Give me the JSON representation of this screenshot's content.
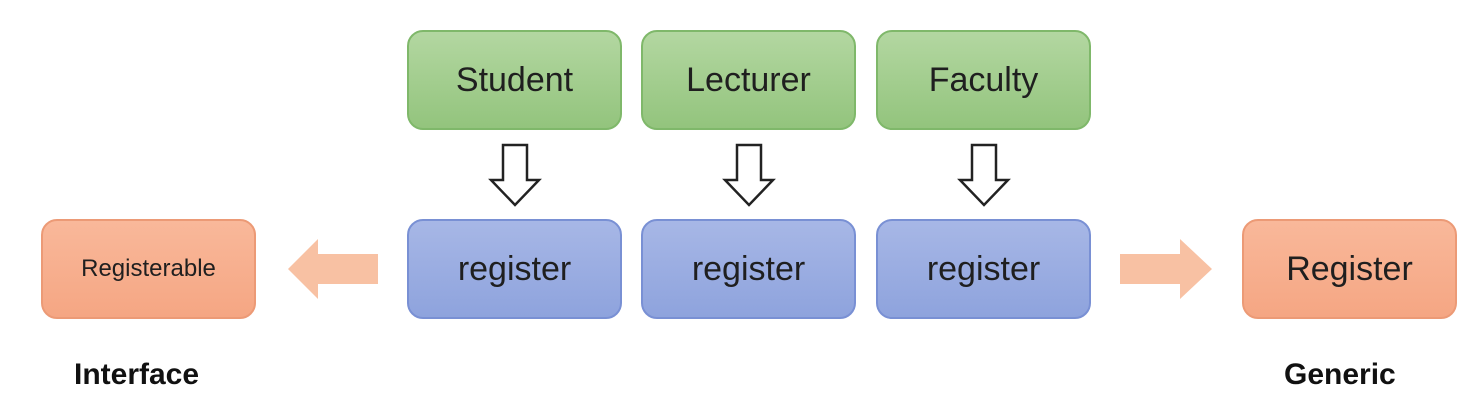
{
  "top_boxes": [
    {
      "label": "Student"
    },
    {
      "label": "Lecturer"
    },
    {
      "label": "Faculty"
    }
  ],
  "method_boxes": [
    {
      "label": "register"
    },
    {
      "label": "register"
    },
    {
      "label": "register"
    }
  ],
  "left_box": {
    "label": "Registerable"
  },
  "right_box": {
    "label": "Register"
  },
  "captions": {
    "left": "Interface",
    "right": "Generic"
  },
  "colors": {
    "green": "#93c47d",
    "blue": "#8ea3dd",
    "orange": "#f5a683",
    "orange_arrow": "#f8c1a3"
  }
}
